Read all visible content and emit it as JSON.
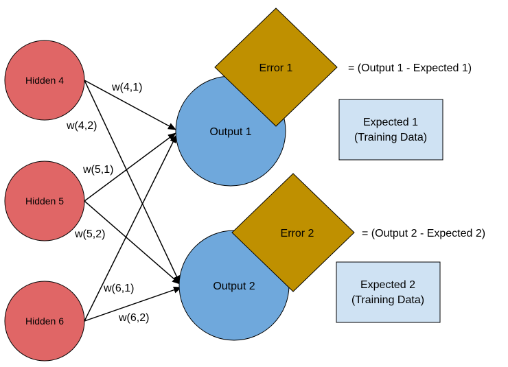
{
  "hidden_nodes": {
    "h4": "Hidden 4",
    "h5": "Hidden 5",
    "h6": "Hidden 6"
  },
  "output_nodes": {
    "o1": "Output 1",
    "o2": "Output 2"
  },
  "error_nodes": {
    "e1": "Error 1",
    "e2": "Error 2"
  },
  "formulas": {
    "f1": "= (Output 1 - Expected 1)",
    "f2": "= (Output 2 - Expected 2)"
  },
  "expected": {
    "x1_line1": "Expected 1",
    "x1_line2": "(Training Data)",
    "x2_line1": "Expected 2",
    "x2_line2": "(Training Data)"
  },
  "weights": {
    "w41": "w(4,1)",
    "w42": "w(4,2)",
    "w51": "w(5,1)",
    "w52": "w(5,2)",
    "w61": "w(6,1)",
    "w62": "w(6,2)"
  },
  "colors": {
    "hidden_fill": "#e06666",
    "output_fill": "#6fa8dc",
    "error_fill": "#bf9000",
    "expected_fill": "#cfe2f3"
  }
}
